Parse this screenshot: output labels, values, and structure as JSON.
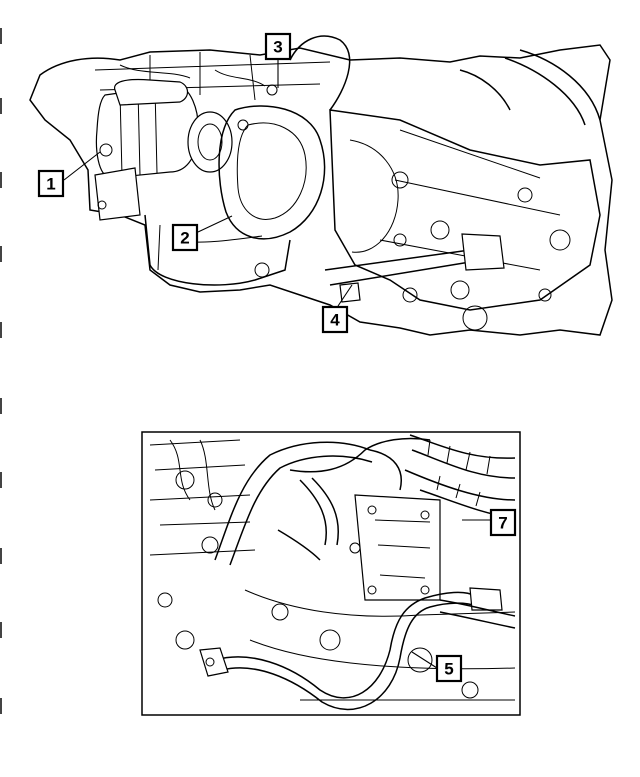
{
  "top_callouts": [
    {
      "id": "1",
      "label": "1"
    },
    {
      "id": "2",
      "label": "2"
    },
    {
      "id": "3",
      "label": "3"
    },
    {
      "id": "4",
      "label": "4"
    }
  ],
  "bottom_callouts": [
    {
      "id": "5",
      "label": "5"
    },
    {
      "id": "7",
      "label": "7"
    }
  ],
  "colors": {
    "line": "#000000",
    "background": "#ffffff"
  }
}
